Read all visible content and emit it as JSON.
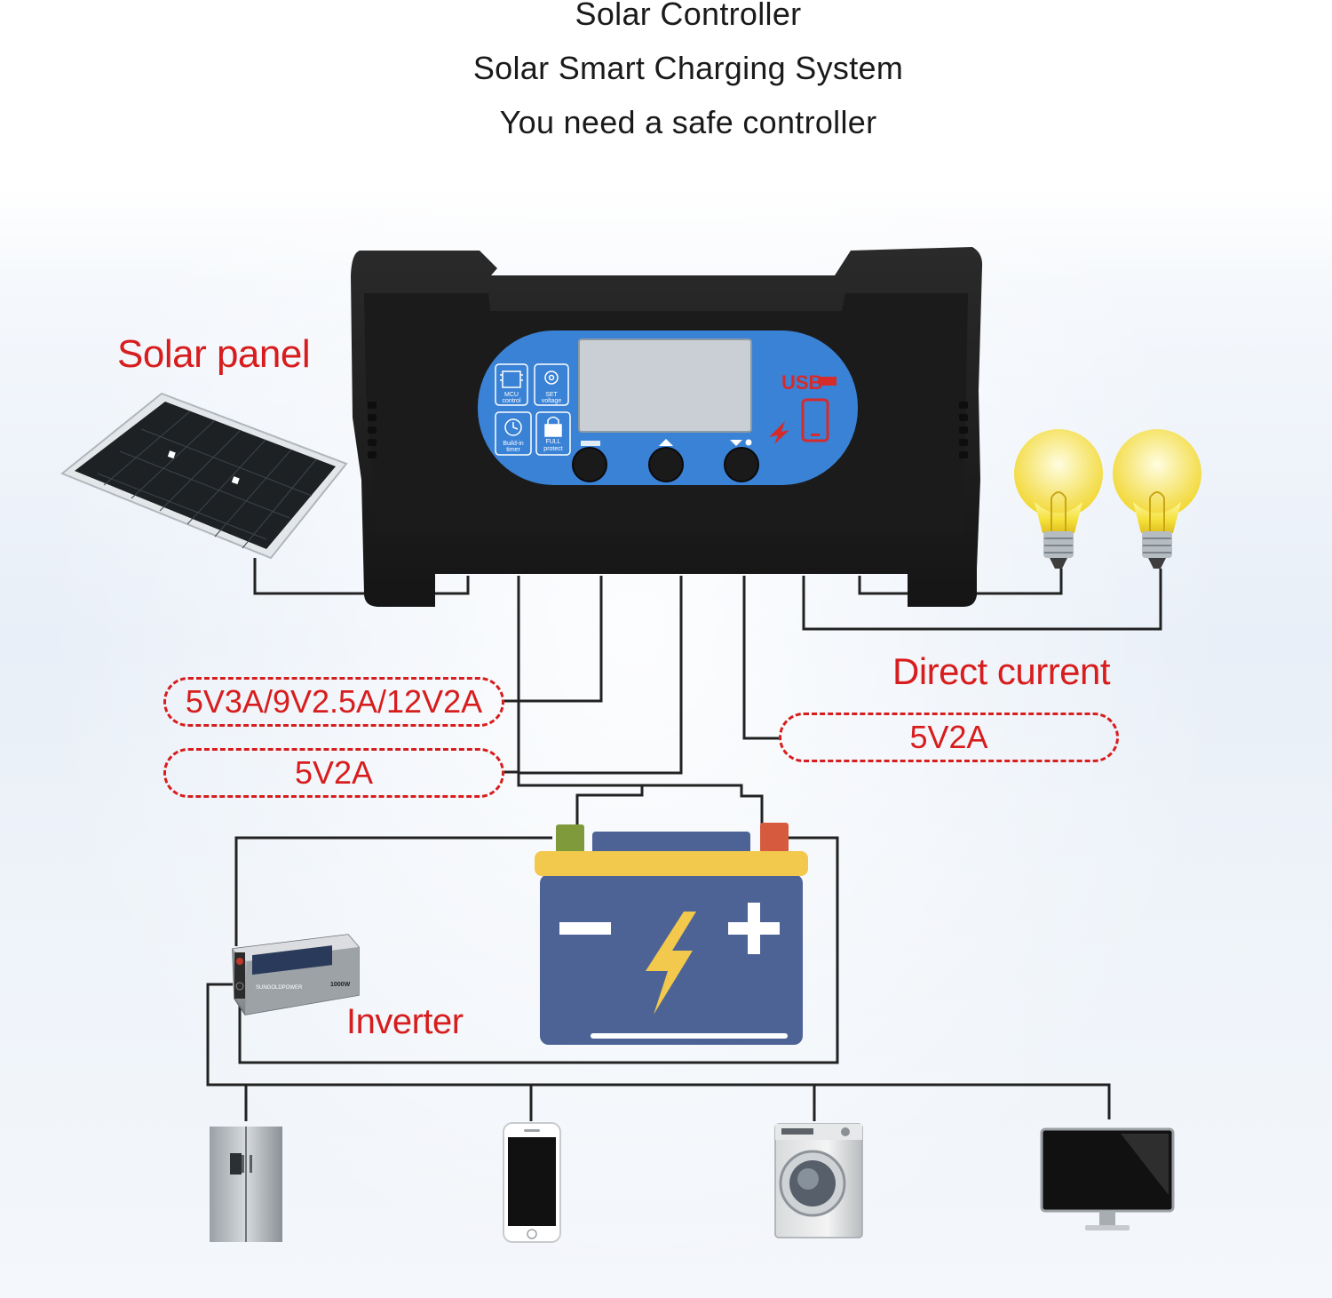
{
  "header": {
    "title_line_1": "Solar Controller",
    "title_line_2": "Solar Smart Charging System",
    "title_line_3": "You need a safe controller"
  },
  "labels": {
    "solar_panel": "Solar panel",
    "direct_current": "Direct current",
    "inverter": "Inverter"
  },
  "outputs": {
    "usb_fast": "5V3A/9V2.5A/12V2A",
    "usb_normal": "5V2A",
    "dc": "5V2A"
  },
  "controller": {
    "icons": [
      {
        "name": "chip-icon",
        "text_1": "MCU",
        "text_2": "control"
      },
      {
        "name": "gear-icon",
        "text_1": "SET",
        "text_2": "voltage"
      },
      {
        "name": "clock-icon",
        "text_1": "Build-in",
        "text_2": "timer"
      },
      {
        "name": "lock-icon",
        "text_1": "FULL",
        "text_2": "protect"
      }
    ],
    "usb_mark": "USB"
  },
  "inverter_device": {
    "brand": "SUNGOLDPOWER",
    "rating": "1000W"
  },
  "colors": {
    "accent_red": "#d71d1d",
    "controller_body": "#1f1f1f",
    "panel_blue": "#3a82d6",
    "battery_blue": "#4d6396",
    "battery_yellow": "#f2c94c",
    "wire": "#222222"
  }
}
